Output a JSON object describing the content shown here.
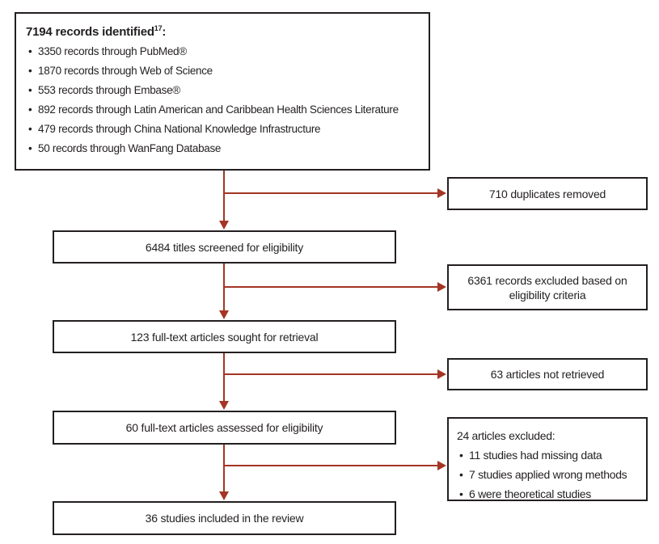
{
  "colors": {
    "arrow": "#a43524",
    "box-border": "#231f20",
    "text": "#231f20",
    "background": "#ffffff"
  },
  "flowchart": {
    "identification": {
      "title_text": "7194 records identified",
      "title_reference": "17",
      "title_suffix": ":",
      "items": [
        "3350 records through PubMed®",
        "1870 records through Web of Science",
        "553 records through Embase®",
        "892 records through Latin American and Caribbean Health Sciences Literature",
        "479 records through China National Knowledge Infrastructure",
        "50 records through WanFang Database"
      ]
    },
    "process_boxes": {
      "screened": "6484 titles screened for eligibility",
      "sought": "123 full-text articles sought for retrieval",
      "assessed": "60 full-text articles assessed for eligibility",
      "included": "36 studies included in the review"
    },
    "exclusion_boxes": {
      "duplicates": "710 duplicates removed",
      "ineligible": "6361 records excluded based on eligibility criteria",
      "not_retrieved": "63 articles not retrieved",
      "full_text_excluded": {
        "title": "24 articles excluded:",
        "reasons": [
          "11 studies had missing data",
          "7 studies applied wrong methods",
          "6 were theoretical studies"
        ]
      }
    }
  }
}
